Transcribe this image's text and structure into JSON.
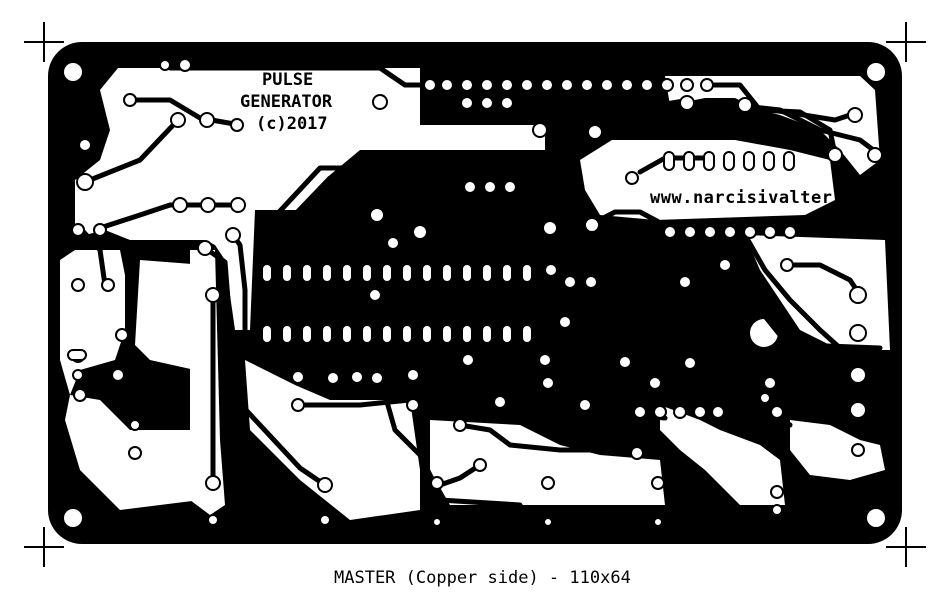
{
  "board": {
    "title_line1": "PULSE",
    "title_line2": "GENERATOR",
    "copyright": "(c)2017",
    "website": "www.narcisivalter.it",
    "caption": "MASTER (Copper side) - 110x64"
  },
  "colors": {
    "copper": "#000000",
    "substrate": "#ffffff"
  }
}
